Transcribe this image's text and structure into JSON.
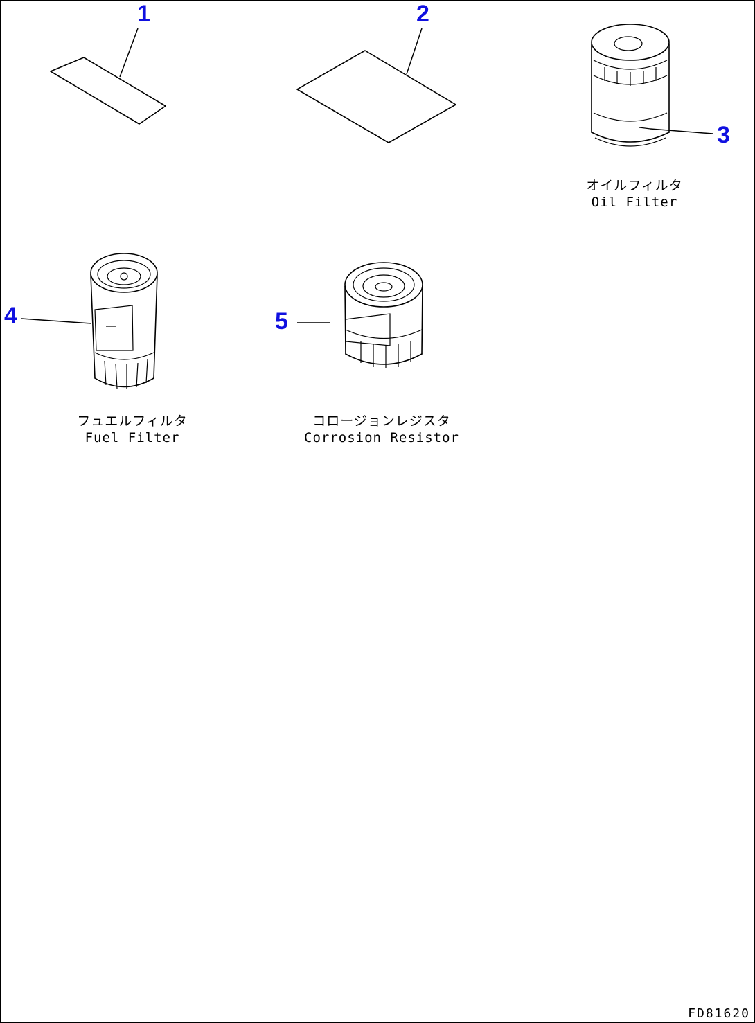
{
  "parts": [
    {
      "no": "1",
      "name_jp": "",
      "name_en": ""
    },
    {
      "no": "2",
      "name_jp": "",
      "name_en": ""
    },
    {
      "no": "3",
      "name_jp": "オイルフィルタ",
      "name_en": "Oil Filter"
    },
    {
      "no": "4",
      "name_jp": "フュエルフィルタ",
      "name_en": "Fuel Filter"
    },
    {
      "no": "5",
      "name_jp": "コロージョンレジスタ",
      "name_en": "Corrosion Resistor"
    }
  ],
  "drawing_number": "FD81620",
  "colors": {
    "callout": "#1010e0",
    "line": "#000000",
    "background": "#ffffff"
  }
}
